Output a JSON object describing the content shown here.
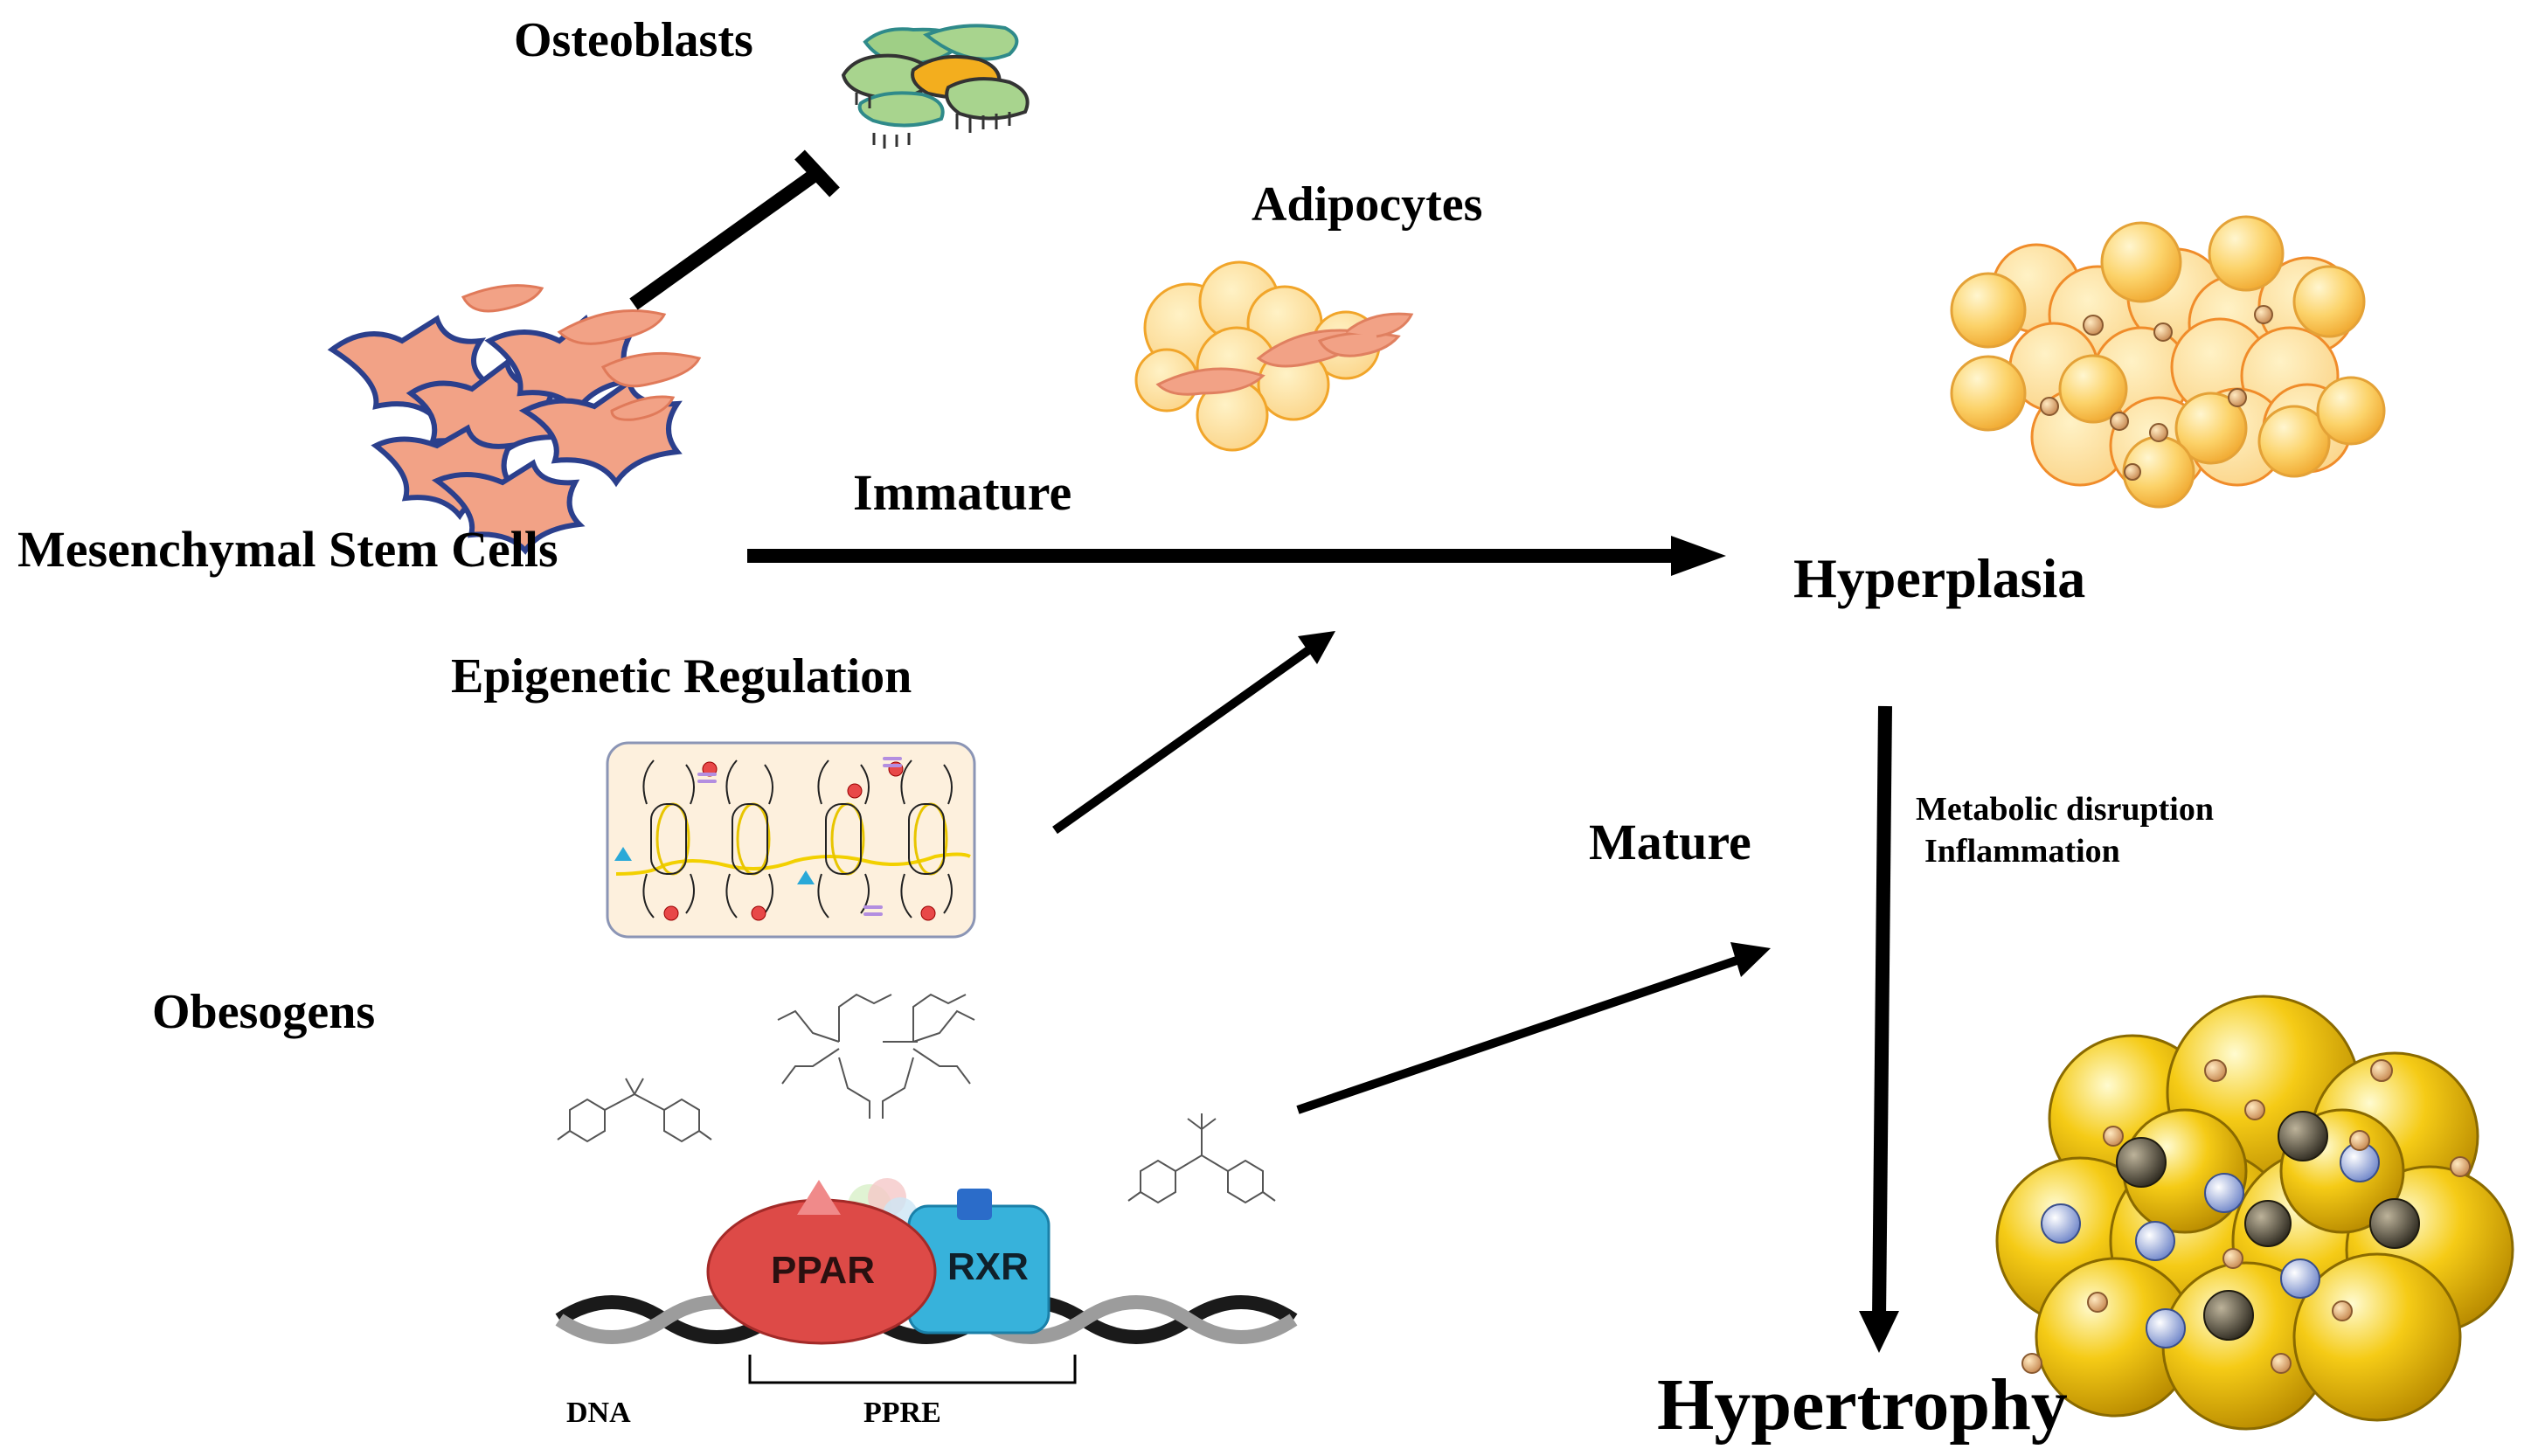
{
  "labels": {
    "osteoblasts": "Osteoblasts",
    "adipocytes": "Adipocytes",
    "msc": "Mesenchymal Stem Cells",
    "immature": "Immature",
    "hyperplasia": "Hyperplasia",
    "epigenetic": "Epigenetic Regulation",
    "mature": "Mature",
    "metabolic": "Metabolic disruption",
    "inflammation": "Inflammation",
    "obesogens": "Obesogens",
    "ppar": "PPAR",
    "rxr": "RXR",
    "dna": "DNA",
    "ppre": "PPRE",
    "hypertrophy": "Hypertrophy"
  },
  "colors": {
    "fat_light": "#fcd36a",
    "fat_gold": "#f2c010",
    "msc_fill": "#f2a286",
    "msc_outline": "#2b3f8c",
    "ppar": "#dd4a47",
    "rxr": "#37b2db"
  }
}
